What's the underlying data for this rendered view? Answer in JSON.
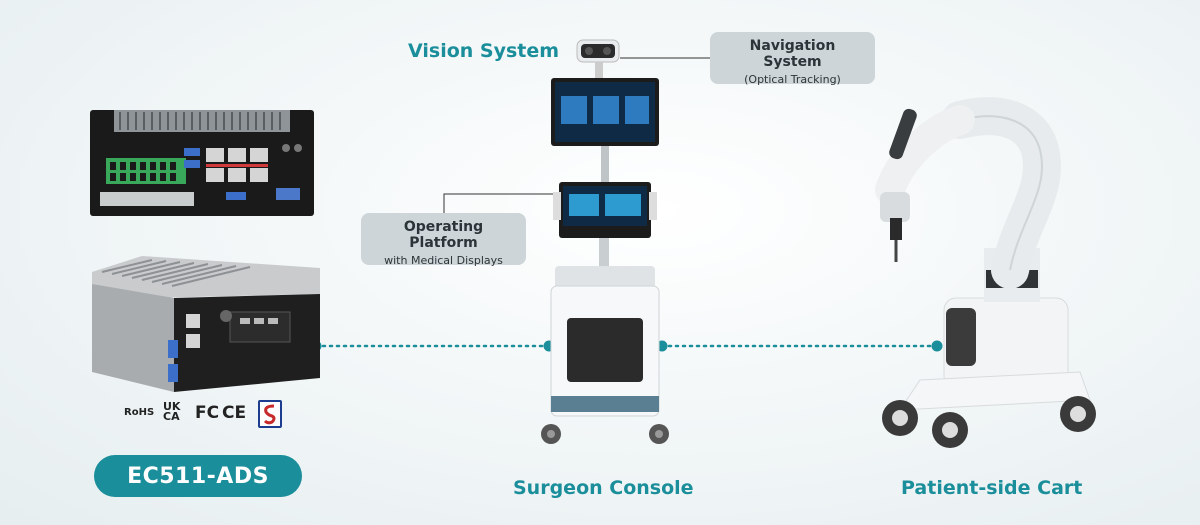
{
  "labels": {
    "vision_system": "Vision System",
    "surgeon_console": "Surgeon Console",
    "patient_side_cart": "Patient-side Cart"
  },
  "callouts": {
    "navigation_title": "Navigation System",
    "navigation_subtitle": "(Optical Tracking)",
    "operating_title": "Operating Platform",
    "operating_subtitle": "with Medical Displays"
  },
  "product": {
    "model": "EC511-ADS"
  },
  "certifications": {
    "rohs": "RoHS",
    "ukca": "UK CA",
    "fc": "FC",
    "ce": "CE"
  },
  "colors": {
    "accent": "#1a8e9a",
    "callout_bg": "#cdd5d8"
  }
}
